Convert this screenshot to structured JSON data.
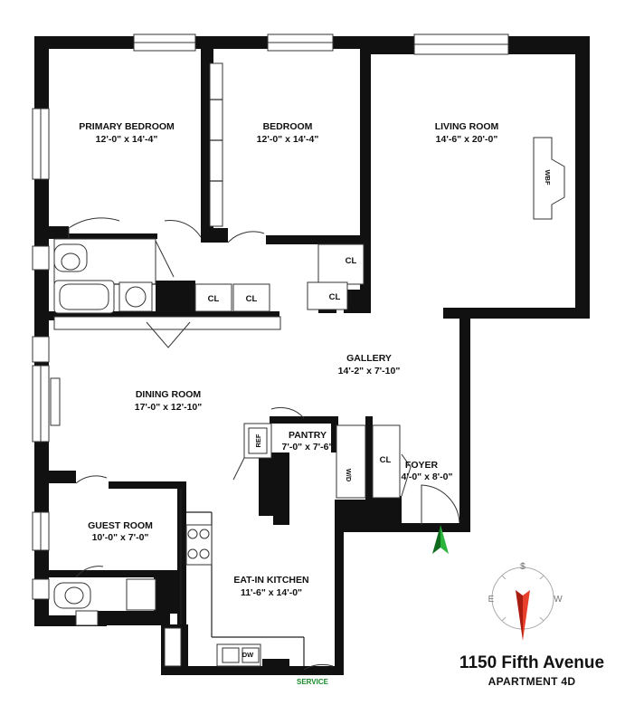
{
  "rooms": {
    "primary_bedroom": {
      "name": "PRIMARY BEDROOM",
      "dims": "12'-0\" x 14'-4\""
    },
    "bedroom": {
      "name": "BEDROOM",
      "dims": "12'-0\" x 14'-4\""
    },
    "living_room": {
      "name": "LIVING ROOM",
      "dims": "14'-6\" x 20'-0\""
    },
    "gallery": {
      "name": "GALLERY",
      "dims": "14'-2\" x 7'-10\""
    },
    "dining_room": {
      "name": "DINING ROOM",
      "dims": "17'-0\" x 12'-10\""
    },
    "pantry": {
      "name": "PANTRY",
      "dims": "7'-0\" x 7'-6\""
    },
    "foyer": {
      "name": "FOYER",
      "dims": "4'-0\" x 8'-0\""
    },
    "guest_room": {
      "name": "GUEST ROOM",
      "dims": "10'-0\" x 7'-0\""
    },
    "kitchen": {
      "name": "EAT-IN KITCHEN",
      "dims": "11'-6\" x 14'-0\""
    }
  },
  "labels": {
    "closet": "CL",
    "fireplace": "WBF",
    "refrigerator": "REF",
    "washer_dryer": "W/D",
    "dishwasher": "DW",
    "service": "SERVICE"
  },
  "compass": {
    "north": "S",
    "east": "E",
    "west": "W"
  },
  "address": {
    "street": "1150 Fifth Avenue",
    "unit": "APARTMENT 4D"
  },
  "colors": {
    "wall": "#111111",
    "entry_arrow": "#1a8a2a",
    "compass_needle": "#d42a1a",
    "service_text": "#1a8a2a"
  }
}
